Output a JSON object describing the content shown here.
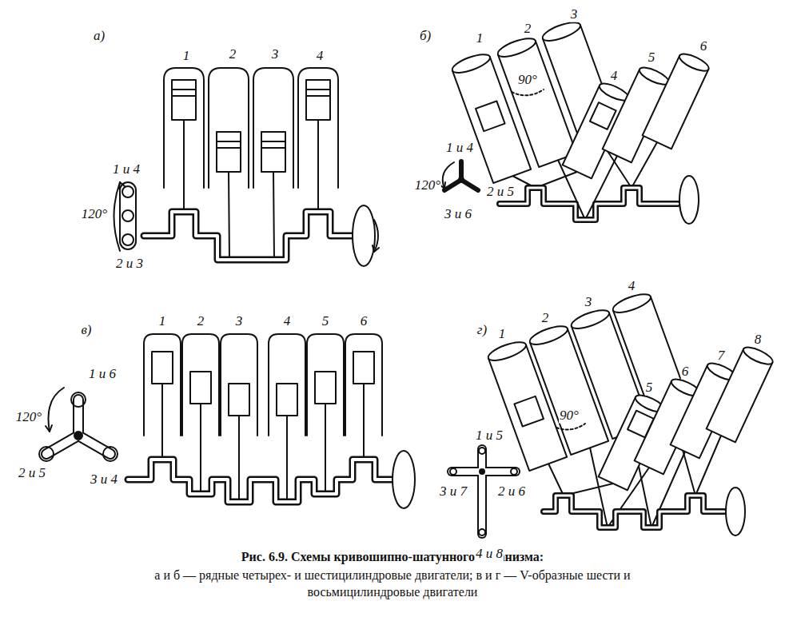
{
  "diagram": {
    "title": "Рис. 6.9. Схемы кривошипно-шатунного механизма:",
    "caption": "а и б — рядные четырех- и шестицилиндровые двигатели; в и г — V-образные шести и восьмицилиндровые двигатели",
    "labels": [
      "а)",
      "1",
      "2",
      "3",
      "4",
      "1 и 4",
      "120°",
      "2 и 3",
      "б)",
      "1",
      "2",
      "3",
      "4",
      "5",
      "6",
      "90°",
      "1 и 4",
      "120°",
      "2 и 5",
      "3 и 6",
      "в)",
      "1",
      "2",
      "3",
      "4",
      "5",
      "6",
      "1 и 6",
      "120°",
      "2 и 5",
      "3 и 4",
      "г)",
      "1",
      "2",
      "3",
      "4",
      "5",
      "6",
      "7",
      "8",
      "90°",
      "1 и 5",
      "3 и 7",
      "2 и 6",
      "4 и 8"
    ]
  }
}
